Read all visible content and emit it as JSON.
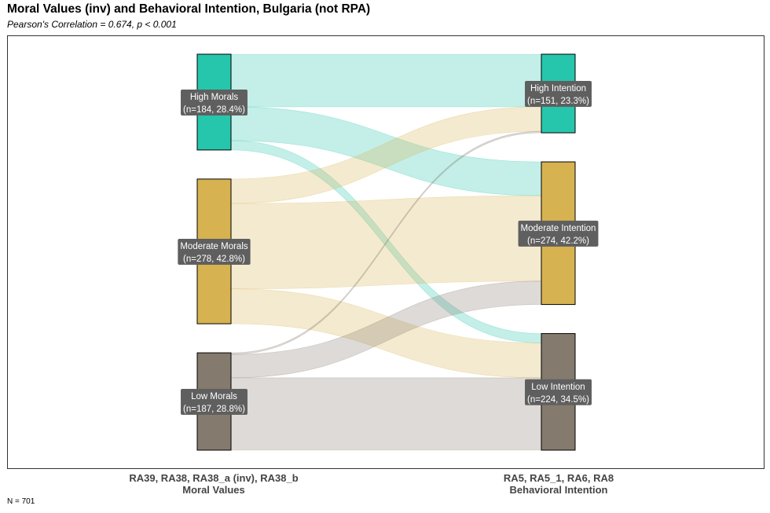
{
  "title": "Moral Values (inv) and Behavioral Intention, Bulgaria (not RPA)",
  "subtitle": "Pearson's Correlation = 0.674, p < 0.001",
  "caption": "N = 701",
  "chart_data": {
    "type": "sankey",
    "total_n": 701,
    "left_axis": {
      "variables": "RA39, RA38, RA38_a (inv), RA38_b",
      "label": "Moral Values"
    },
    "right_axis": {
      "variables": "RA5, RA5_1, RA6, RA8",
      "label": "Behavioral Intention"
    },
    "left_nodes": [
      {
        "id": "high_morals",
        "name": "High Morals",
        "label": "(n=184, 28.4%)",
        "n": 184,
        "color": "#26c6ad"
      },
      {
        "id": "moderate_morals",
        "name": "Moderate Morals",
        "label": "(n=278, 42.8%)",
        "n": 278,
        "color": "#d6b251"
      },
      {
        "id": "low_morals",
        "name": "Low Morals",
        "label": "(n=187, 28.8%)",
        "n": 187,
        "color": "#857a6e"
      }
    ],
    "right_nodes": [
      {
        "id": "high_intention",
        "name": "High Intention",
        "label": "(n=151, 23.3%)",
        "n": 151,
        "color": "#26c6ad"
      },
      {
        "id": "moderate_intention",
        "name": "Moderate Intention",
        "label": "(n=274, 42.2%)",
        "n": 274,
        "color": "#d6b251"
      },
      {
        "id": "low_intention",
        "name": "Low Intention",
        "label": "(n=224, 34.5%)",
        "n": 224,
        "color": "#857a6e"
      }
    ],
    "flows": [
      {
        "source": "high_morals",
        "target": "high_intention",
        "value": 101
      },
      {
        "source": "high_morals",
        "target": "moderate_intention",
        "value": 65
      },
      {
        "source": "high_morals",
        "target": "low_intention",
        "value": 18
      },
      {
        "source": "moderate_morals",
        "target": "high_intention",
        "value": 47
      },
      {
        "source": "moderate_morals",
        "target": "moderate_intention",
        "value": 164
      },
      {
        "source": "moderate_morals",
        "target": "low_intention",
        "value": 67
      },
      {
        "source": "low_morals",
        "target": "high_intention",
        "value": 3
      },
      {
        "source": "low_morals",
        "target": "moderate_intention",
        "value": 45
      },
      {
        "source": "low_morals",
        "target": "low_intention",
        "value": 139
      }
    ]
  }
}
